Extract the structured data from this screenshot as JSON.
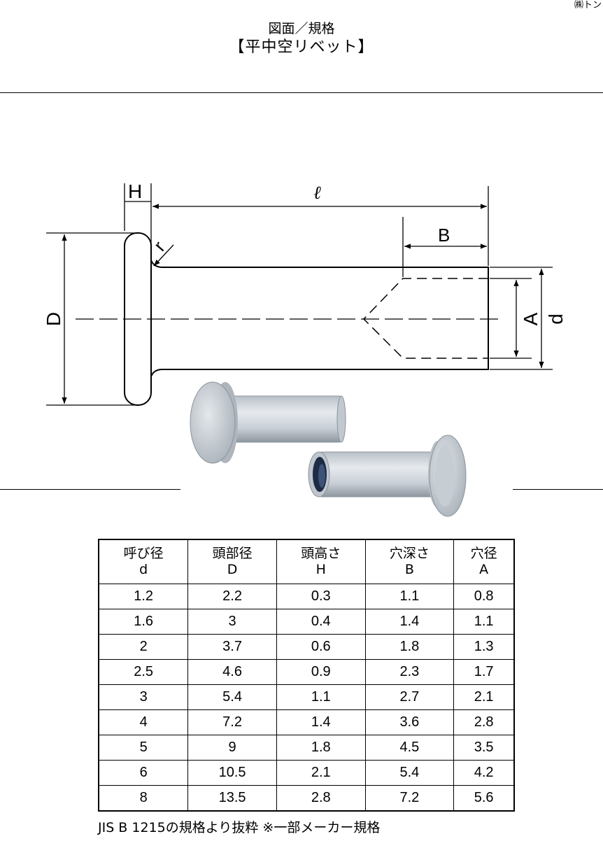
{
  "corner_text": "㈱トン",
  "title": {
    "line1": "図面／規格",
    "line2": "【平中空リベット】"
  },
  "drawing_labels": {
    "H": "H",
    "l": "ℓ",
    "B": "B",
    "r": "r",
    "D": "D",
    "A": "A",
    "d": "d"
  },
  "table": {
    "headers": [
      {
        "line1": "呼び径",
        "line2": "d"
      },
      {
        "line1": "頭部径",
        "line2": "D"
      },
      {
        "line1": "頭高さ",
        "line2": "H"
      },
      {
        "line1": "穴深さ",
        "line2": "B"
      },
      {
        "line1": "穴径",
        "line2": "A"
      }
    ],
    "rows": [
      [
        "1.2",
        "2.2",
        "0.3",
        "1.1",
        "0.8"
      ],
      [
        "1.6",
        "3",
        "0.4",
        "1.4",
        "1.1"
      ],
      [
        "2",
        "3.7",
        "0.6",
        "1.8",
        "1.3"
      ],
      [
        "2.5",
        "4.6",
        "0.9",
        "2.3",
        "1.7"
      ],
      [
        "3",
        "5.4",
        "1.1",
        "2.7",
        "2.1"
      ],
      [
        "4",
        "7.2",
        "1.4",
        "3.6",
        "2.8"
      ],
      [
        "5",
        "9",
        "1.8",
        "4.5",
        "3.5"
      ],
      [
        "6",
        "10.5",
        "2.1",
        "5.4",
        "4.2"
      ],
      [
        "8",
        "13.5",
        "2.8",
        "7.2",
        "5.6"
      ]
    ]
  },
  "footnote": "JIS B 1215の規格より抜粋 ※一部メーカー規格"
}
